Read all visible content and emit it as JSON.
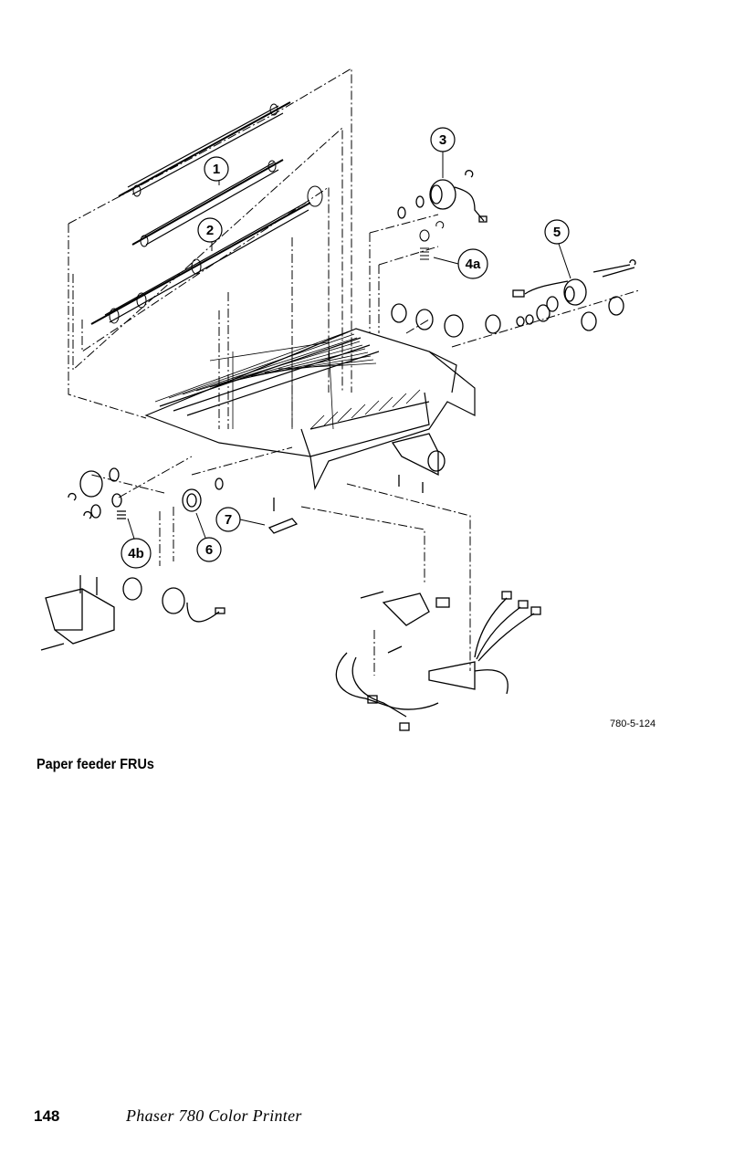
{
  "callouts": [
    "1",
    "2",
    "3",
    "4a",
    "5",
    "4b",
    "6",
    "7"
  ],
  "figure_id": "780-5-124",
  "caption": "Paper feeder FRUs",
  "footer": {
    "page_number": "148",
    "title": "Phaser 780 Color Printer"
  }
}
